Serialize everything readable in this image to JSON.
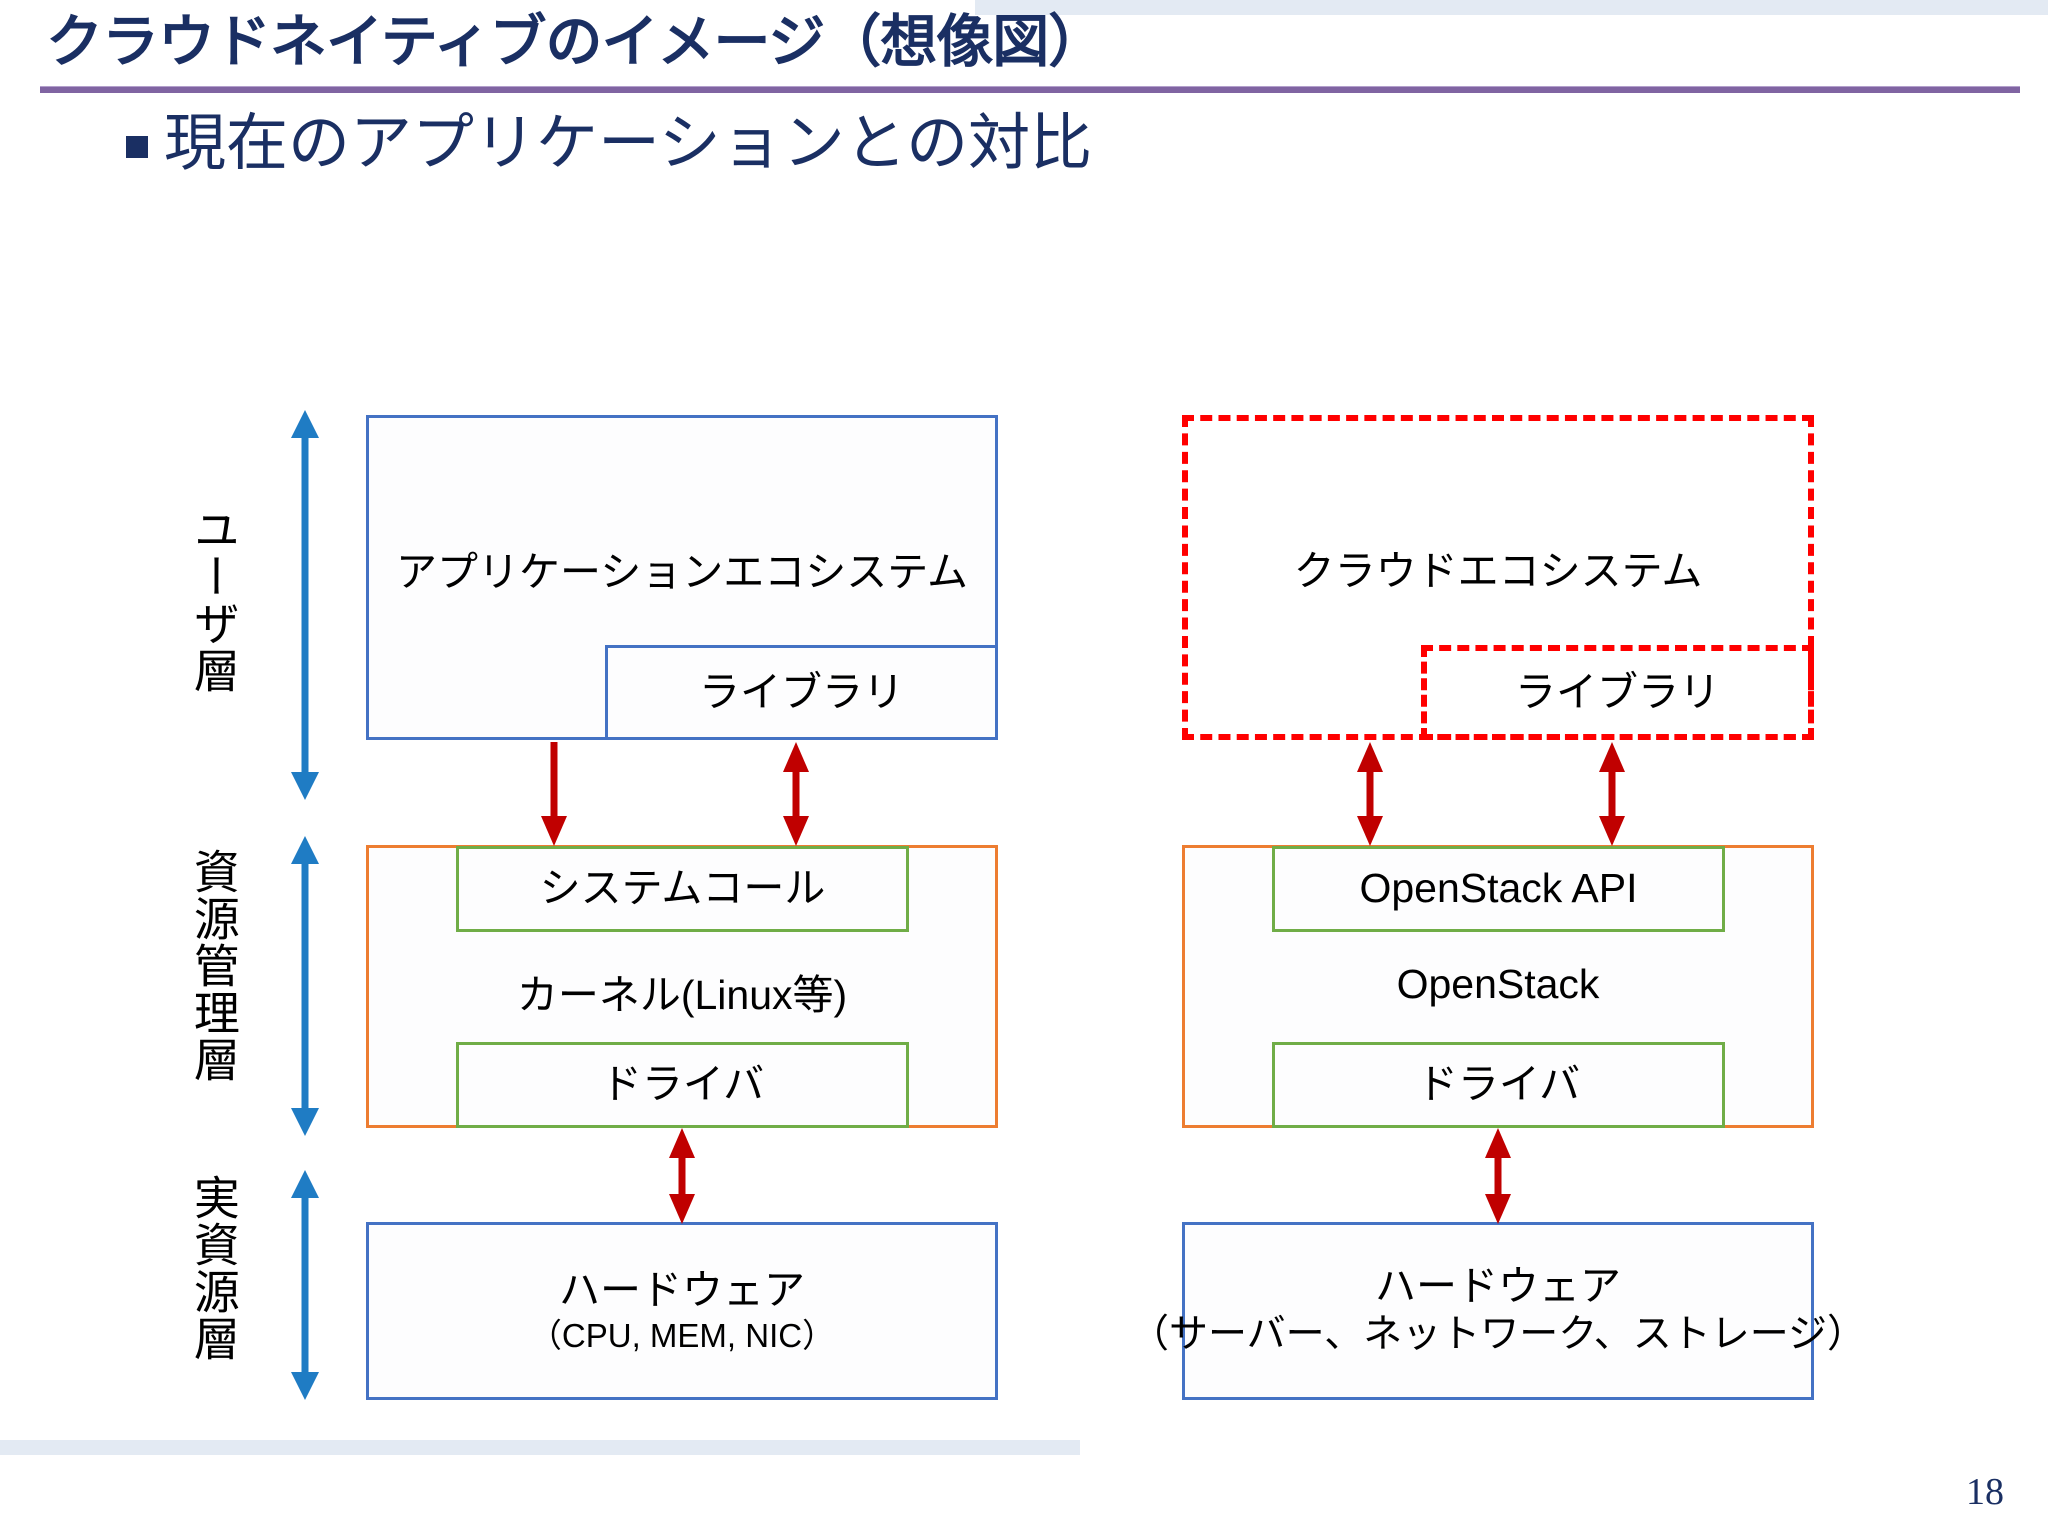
{
  "slide": {
    "title": "クラウドネイティブのイメージ（想像図）",
    "subtitle": "現在のアプリケーションとの対比",
    "page_number": "18",
    "colors": {
      "title_navy": "#1A2F63",
      "title_rule_purple": "#8064A2",
      "band_light_blue": "#E3EAF3",
      "box_blue": "#4472C4",
      "box_orange": "#ED7D31",
      "box_green": "#70AD47",
      "dashed_red": "#FF0000",
      "connector_red": "#C00000",
      "scope_arrow_blue": "#1F7CC4"
    }
  },
  "layers": [
    {
      "id": "user",
      "label": "ユーザ層"
    },
    {
      "id": "resmgr",
      "label": "資源管理層"
    },
    {
      "id": "real",
      "label": "実資源層"
    }
  ],
  "columns": {
    "left": {
      "name": "current-application-stack",
      "user_layer": {
        "ecosystem_label": "アプリケーションエコシステム",
        "library_label": "ライブラリ"
      },
      "resource_layer": {
        "api_label": "システムコール",
        "kernel_label": "カーネル(Linux等)",
        "driver_label": "ドライバ"
      },
      "hardware": {
        "title": "ハードウェア",
        "detail": "（CPU, MEM, NIC）"
      }
    },
    "right": {
      "name": "cloud-native-stack",
      "user_layer": {
        "ecosystem_label": "クラウドエコシステム",
        "library_label": "ライブラリ"
      },
      "resource_layer": {
        "api_label": "OpenStack API",
        "kernel_label": "OpenStack",
        "driver_label": "ドライバ"
      },
      "hardware": {
        "title": "ハードウェア",
        "detail": "（サーバー、ネットワーク、ストレージ）"
      }
    }
  },
  "connectors": [
    {
      "id": "left-app-to-syscall",
      "direction": "down"
    },
    {
      "id": "left-lib-to-syscall",
      "direction": "both"
    },
    {
      "id": "left-driver-to-hw",
      "direction": "both"
    },
    {
      "id": "right-cloud-to-api",
      "direction": "both"
    },
    {
      "id": "right-lib-to-api",
      "direction": "both"
    },
    {
      "id": "right-driver-to-hw",
      "direction": "both"
    }
  ]
}
